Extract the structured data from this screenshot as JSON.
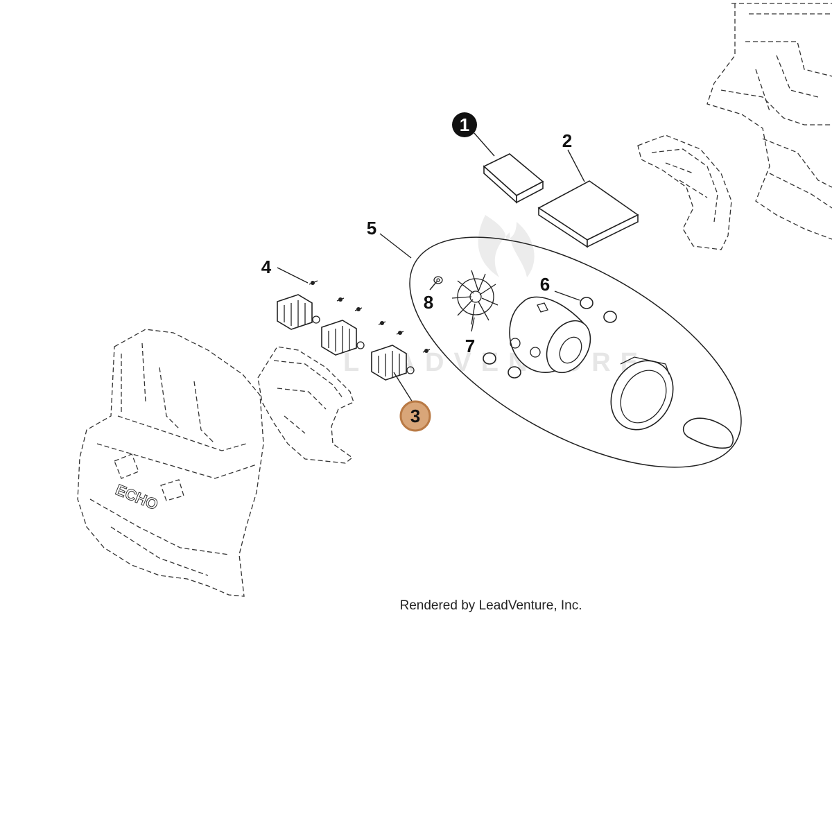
{
  "callouts": [
    {
      "id": "1",
      "label": "1",
      "style": "filled-black"
    },
    {
      "id": "2",
      "label": "2",
      "style": "plain"
    },
    {
      "id": "3",
      "label": "3",
      "style": "highlighted"
    },
    {
      "id": "4",
      "label": "4",
      "style": "plain"
    },
    {
      "id": "5",
      "label": "5",
      "style": "plain"
    },
    {
      "id": "6",
      "label": "6",
      "style": "plain"
    },
    {
      "id": "7",
      "label": "7",
      "style": "plain"
    },
    {
      "id": "8",
      "label": "8",
      "style": "plain"
    }
  ],
  "credit": "Rendered by LeadVenture, Inc.",
  "watermark": "LEADVENTURE",
  "housing_logo": "ECHO",
  "colors": {
    "highlight_fill": "#d9a679",
    "highlight_stroke": "#b97a45",
    "line": "#222222",
    "watermark": "#e6e6e6"
  }
}
